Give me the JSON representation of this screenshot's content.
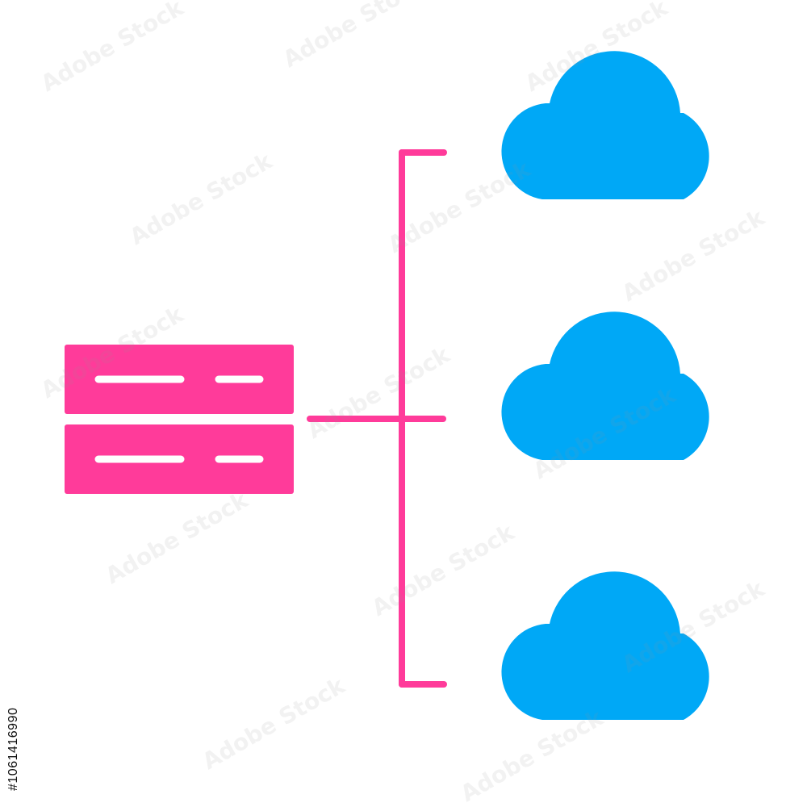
{
  "colors": {
    "server": "#ff3b9a",
    "connector": "#ff3b9a",
    "cloud": "#00a8f6",
    "background": "#ffffff",
    "server_lines": "#ffffff"
  },
  "diagram": {
    "nodes": [
      {
        "id": "server",
        "icon": "server-icon"
      },
      {
        "id": "cloud-top",
        "icon": "cloud-icon"
      },
      {
        "id": "cloud-middle",
        "icon": "cloud-icon"
      },
      {
        "id": "cloud-bottom",
        "icon": "cloud-icon"
      }
    ],
    "edges": [
      {
        "from": "server",
        "to": "cloud-top"
      },
      {
        "from": "server",
        "to": "cloud-middle"
      },
      {
        "from": "server",
        "to": "cloud-bottom"
      }
    ]
  },
  "watermark": {
    "brand": "Adobe Stock",
    "image_id": "#1061416990"
  }
}
